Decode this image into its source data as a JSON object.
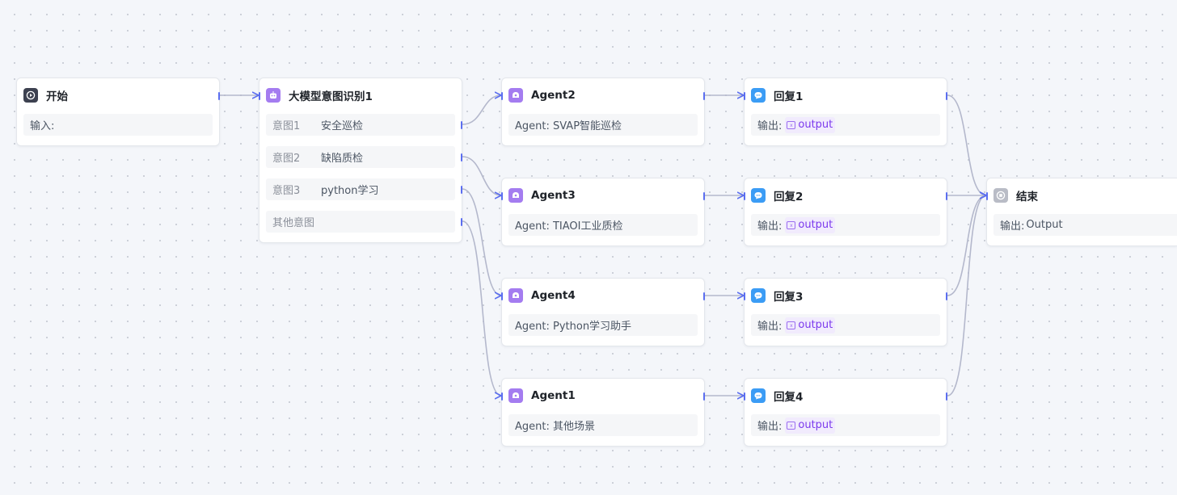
{
  "start": {
    "title": "开始",
    "input_label": "输入:"
  },
  "intent": {
    "title": "大模型意图识别1",
    "items": [
      {
        "label": "意图1",
        "value": "安全巡检"
      },
      {
        "label": "意图2",
        "value": "缺陷质检"
      },
      {
        "label": "意图3",
        "value": "python学习"
      }
    ],
    "other": "其他意图"
  },
  "agents": [
    {
      "title": "Agent2",
      "desc": "Agent: SVAP智能巡检"
    },
    {
      "title": "Agent3",
      "desc": "Agent: TIAOI工业质检"
    },
    {
      "title": "Agent4",
      "desc": "Agent: Python学习助手"
    },
    {
      "title": "Agent1",
      "desc": "Agent: 其他场景"
    }
  ],
  "replies": [
    {
      "title": "回复1",
      "output_label": "输出:",
      "var": "output"
    },
    {
      "title": "回复2",
      "output_label": "输出:",
      "var": "output"
    },
    {
      "title": "回复3",
      "output_label": "输出:",
      "var": "output"
    },
    {
      "title": "回复4",
      "output_label": "输出:",
      "var": "output"
    }
  ],
  "end": {
    "title": "结束",
    "output_label": "输出:",
    "output_value": "Output"
  },
  "colors": {
    "edge": "#b4b8cc",
    "arrow": "#5b6ef0",
    "start_icon": "#3d4150",
    "intent_icon": "#a47cf0",
    "agent_icon": "#a47cf0",
    "reply_icon": "#3b9cf5",
    "end_icon": "#b9bcc6"
  }
}
